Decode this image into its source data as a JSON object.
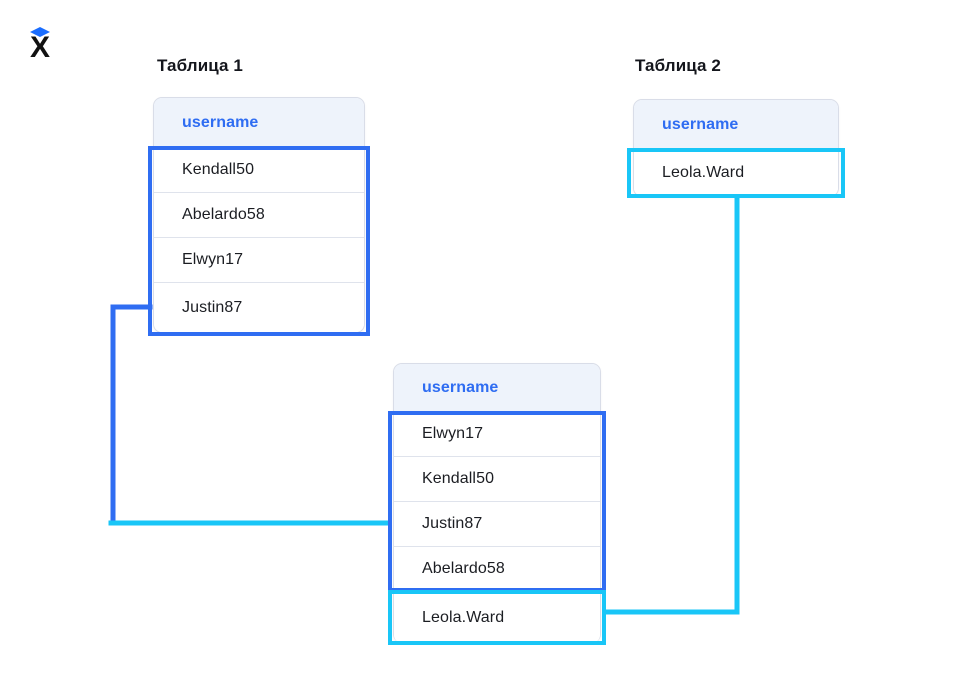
{
  "logo": {
    "name": "x-diamond-logo",
    "x_color": "#111111",
    "diamond_color": "#1a6dff"
  },
  "palette": {
    "primary_blue": "#2f6df2",
    "accent_cyan": "#19c6f7",
    "header_bg": "#eef3fb",
    "header_text": "#2f6df2",
    "row_text": "#1b1d22",
    "border_gray": "#d9dde8",
    "separator": "#dfe3ec",
    "canvas_bg": "#ffffff"
  },
  "tables": {
    "source_one": {
      "title": "Таблица 1",
      "column": "username",
      "rows": [
        "Kendall50",
        "Abelardo58",
        "Elwyn17",
        "Justin87"
      ],
      "highlight_color": "#2f6df2"
    },
    "source_two": {
      "title": "Таблица 2",
      "column": "username",
      "rows": [
        "Leola.Ward"
      ],
      "highlight_color": "#19c6f7"
    },
    "result": {
      "column": "username",
      "rows": [
        {
          "value": "Elwyn17",
          "group": "source_one"
        },
        {
          "value": "Kendall50",
          "group": "source_one"
        },
        {
          "value": "Justin87",
          "group": "source_one"
        },
        {
          "value": "Abelardo58",
          "group": "source_one"
        },
        {
          "value": "Leola.Ward",
          "group": "source_two"
        }
      ],
      "highlight_primary": "#2f6df2",
      "highlight_accent": "#19c6f7"
    }
  },
  "connectors": [
    {
      "name": "connector-table-one-to-result",
      "from": "source_one",
      "to": "result",
      "stroke_primary": "#2f6df2",
      "stroke_accent": "#19c6f7"
    },
    {
      "name": "connector-table-two-to-result",
      "from": "source_two",
      "to": "result",
      "stroke_accent": "#19c6f7"
    }
  ]
}
